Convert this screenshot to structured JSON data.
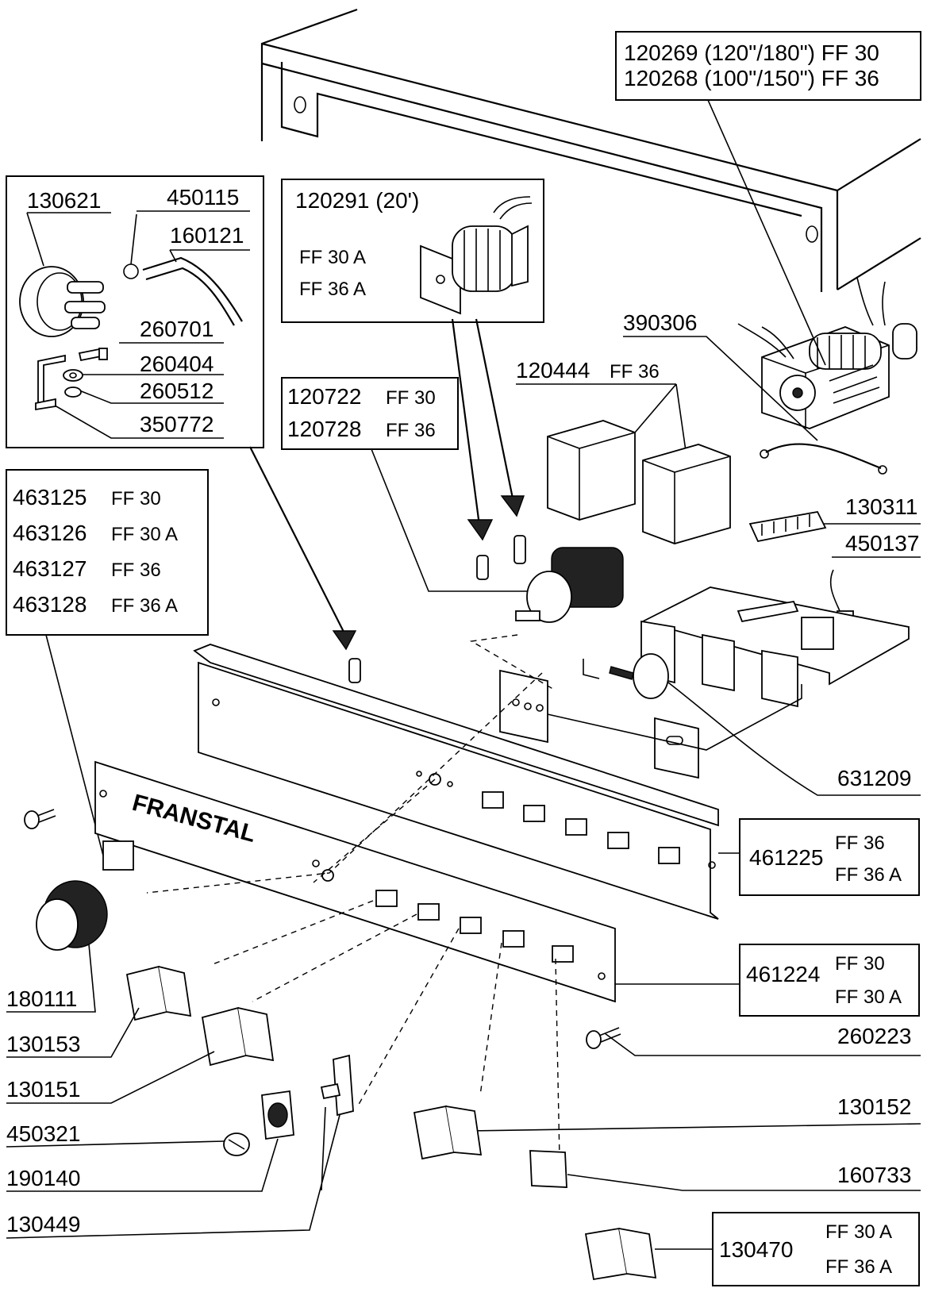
{
  "brand": "FRANSTAL",
  "callouts": {
    "timer_group": {
      "line1": "120269 (120\"/180\") FF 30",
      "line2": "120268 (100\"/150\") FF 36"
    },
    "small_timer": {
      "part": "120291 (20')",
      "model1": "FF 30 A",
      "model2": "FF 36 A"
    },
    "pressure_switch_group": {
      "p130621": "130621",
      "p450115": "450115",
      "p160121": "160121",
      "p260701": "260701",
      "p260404": "260404",
      "p260512": "260512",
      "p350772": "350772"
    },
    "selector_switch": {
      "part1": "120722",
      "model1": "FF 30",
      "part2": "120728",
      "model2": "FF 36"
    },
    "knob_options": [
      {
        "part": "463125",
        "model": "FF 30"
      },
      {
        "part": "463126",
        "model": "FF 30 A"
      },
      {
        "part": "463127",
        "model": "FF 36"
      },
      {
        "part": "463128",
        "model": "FF 36 A"
      }
    ],
    "contactor": {
      "part": "120444",
      "model": "FF 36"
    },
    "p390306": "390306",
    "p130311": "130311",
    "p450137": "450137",
    "p631209": "631209",
    "panel_ff36": {
      "part": "461225",
      "model1": "FF 36",
      "model2": "FF 36 A"
    },
    "panel_ff30": {
      "part": "461224",
      "model1": "FF 30",
      "model2": "FF 30 A"
    },
    "p260223": "260223",
    "p130152": "130152",
    "p160733": "160733",
    "switch_130470": {
      "part": "130470",
      "model1": "FF 30 A",
      "model2": "FF 36 A"
    },
    "left_parts": [
      "180111",
      "130153",
      "130151",
      "450321",
      "190140",
      "130449"
    ]
  }
}
